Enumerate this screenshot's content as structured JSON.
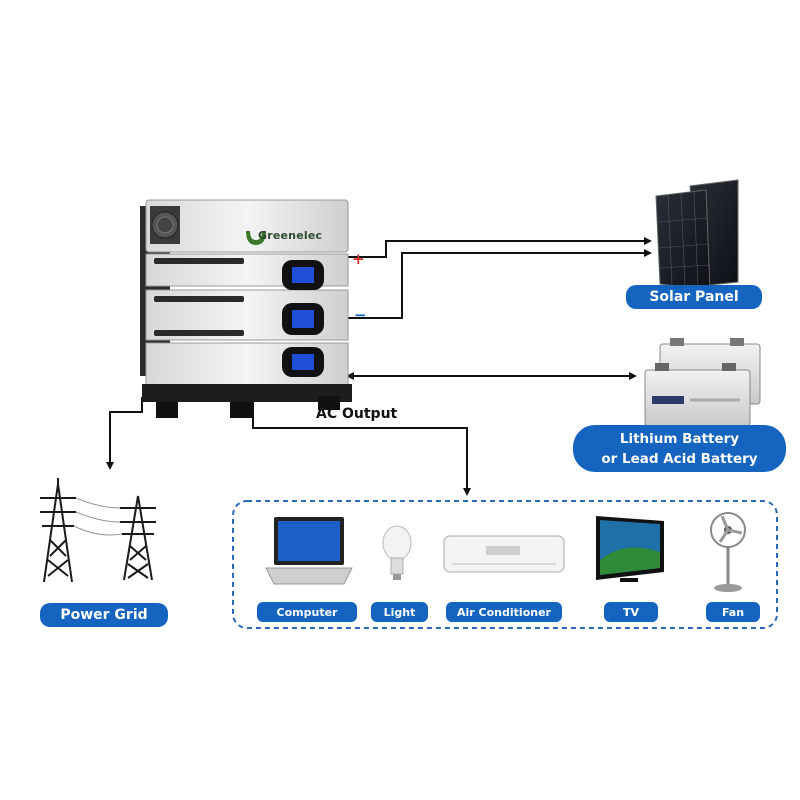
{
  "brand": {
    "name": "Greenelec"
  },
  "labels": {
    "ac_output": "AC Output",
    "positive": "+",
    "negative": "−"
  },
  "nodes": {
    "solar_panel": "Solar Panel",
    "battery_line1": "Lithium Battery",
    "battery_line2": "or Lead Acid Battery",
    "power_grid": "Power Grid"
  },
  "appliances": [
    {
      "label": "Computer",
      "icon": "laptop-icon"
    },
    {
      "label": "Light",
      "icon": "light-bulb-icon"
    },
    {
      "label": "Air Conditioner",
      "icon": "air-conditioner-icon"
    },
    {
      "label": "TV",
      "icon": "tv-icon"
    },
    {
      "label": "Fan",
      "icon": "fan-icon"
    }
  ],
  "colors": {
    "label_fill": "#1565c0",
    "wire": "#111111",
    "dashed_box": "#2a6bb5",
    "positive": "#d32f2f",
    "negative": "#1565c0",
    "screen": "#1e4fd6"
  }
}
